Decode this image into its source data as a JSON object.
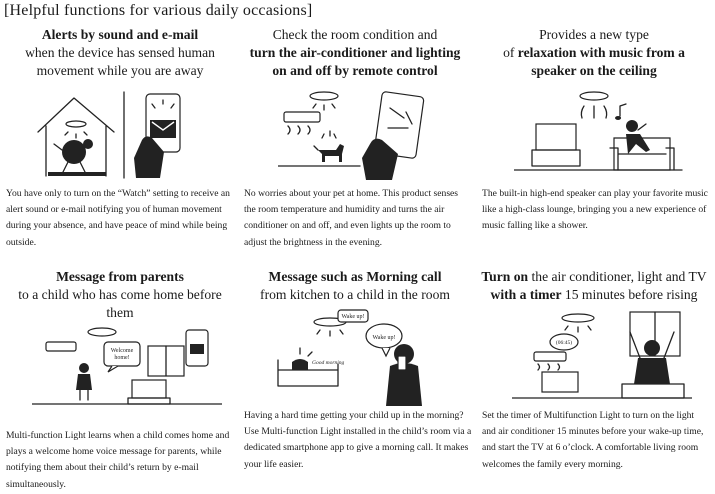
{
  "heading": "[Helpful functions for various daily occasions]",
  "cells": [
    {
      "title_l1": "Alerts by sound and e-mail",
      "title_l2": "when the device has sensed human",
      "title_l3": "movement while you are away",
      "description": "You have only to turn on the “Watch” setting to receive an alert sound or e-mail notifying you of human movement during your absence, and have peace of mind while being outside."
    },
    {
      "title_l1": "Check the room condition and",
      "title_l2": "turn the air-conditioner and lighting",
      "title_l3": "on and off by remote control",
      "description": "No worries about your pet at home. This product senses the room temperature and humidity and turns the air conditioner on and off, and even lights up the room to adjust the brightness in the evening."
    },
    {
      "title_l1": "Provides a new type",
      "title_l2a": "of ",
      "title_l2b": "relaxation with music from a",
      "title_l3": "speaker on the ceiling",
      "description": "The built-in high-end speaker can play your favorite music like a high-class lounge, bringing you a new experience of music falling like a shower."
    },
    {
      "title_l1": "Message from parents",
      "title_l2": "to a child who has come home before",
      "title_l3": "them",
      "bubble": "Welcome home!",
      "description": "Multi-function Light learns when a child comes home and plays a welcome home voice message for parents, while notifying them about their child’s return by e-mail simultaneously."
    },
    {
      "title_l1a": "Message such as ",
      "title_l1b": "Morning call",
      "title_l2": "from kitchen to a child in the room",
      "bubble1": "Wake up!",
      "bubble2": "Wake up!",
      "bubble3": "Good morning",
      "description": "Having a hard time getting your child up in the morning? Use Multi-function Light installed in the child’s room via a dedicated smartphone app to give a morning call. It makes your life easier."
    },
    {
      "title_l1a": "Turn on",
      "title_l1b": " the air conditioner, light and TV",
      "title_l2a": "with a timer",
      "title_l2b": " 15 minutes before rising",
      "bubble": "(06:45)",
      "description": "Set the timer of Multifunction Light to turn on the light and air conditioner 15 minutes before your wake-up time, and start the TV at 6 o’clock. A comfortable living room welcomes the family every morning."
    }
  ]
}
